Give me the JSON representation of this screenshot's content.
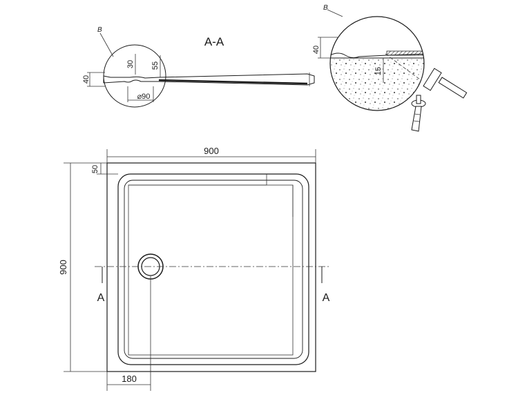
{
  "section_view": {
    "title": "A-A",
    "detail_ref": "B",
    "dim_height": "40",
    "dim_30": "30",
    "dim_55": "55",
    "dim_drain": "⌀90"
  },
  "detail_view": {
    "detail_ref": "B",
    "dim_height": "40",
    "dim_15": "15"
  },
  "plan_view": {
    "width_label": "900",
    "height_label": "900",
    "rim_label": "50",
    "drain_offset_label": "180",
    "section_left": "A",
    "section_right": "A"
  }
}
